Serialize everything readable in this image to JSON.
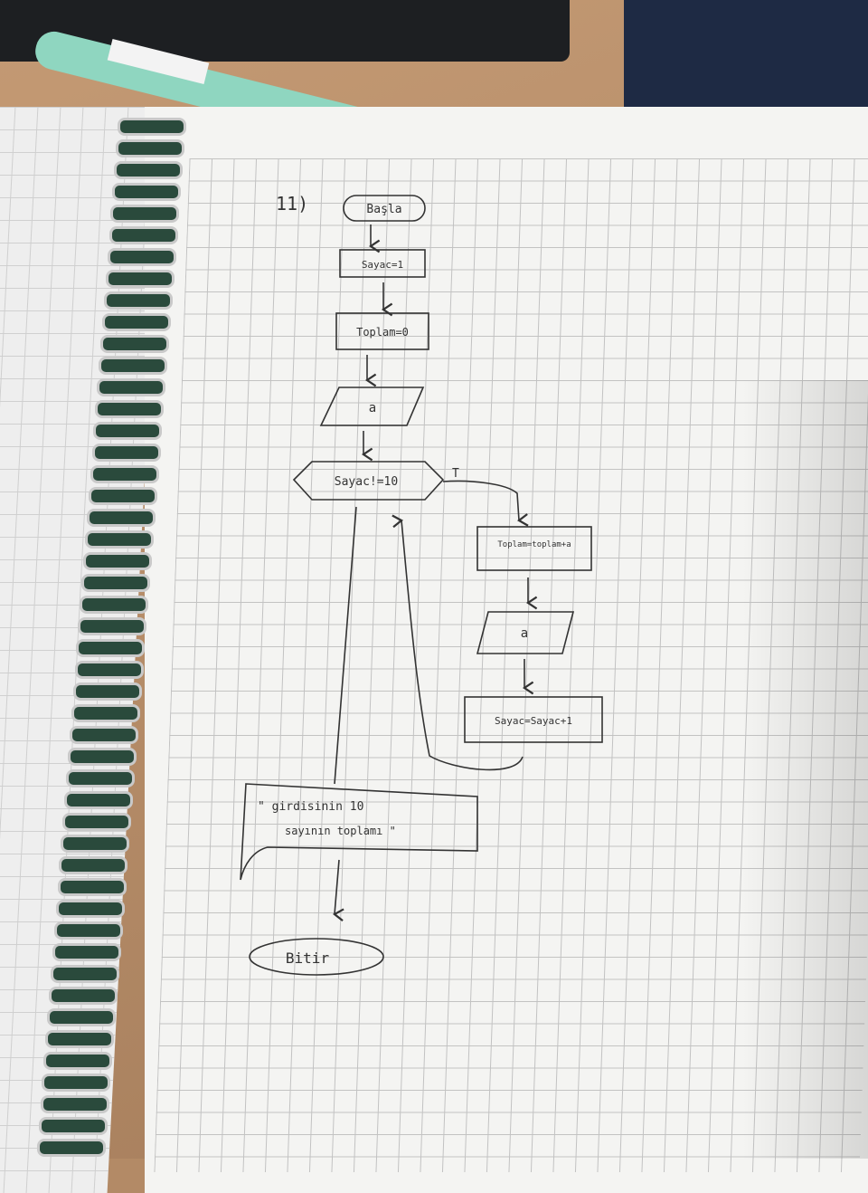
{
  "question_number": "11)",
  "nodes": {
    "start": "Başla",
    "init_counter": "Sayac=1",
    "init_sum": "Toplam=0",
    "input_a_1": "a",
    "condition": "Sayac!=10",
    "true_label": "T",
    "update_sum": "Toplam=toplam+a",
    "input_a_2": "a",
    "increment": "Sayac=Sayac+1",
    "output_line1": "\" girdisinin 10",
    "output_line2": "sayının toplamı \"",
    "end": "Bitir"
  }
}
